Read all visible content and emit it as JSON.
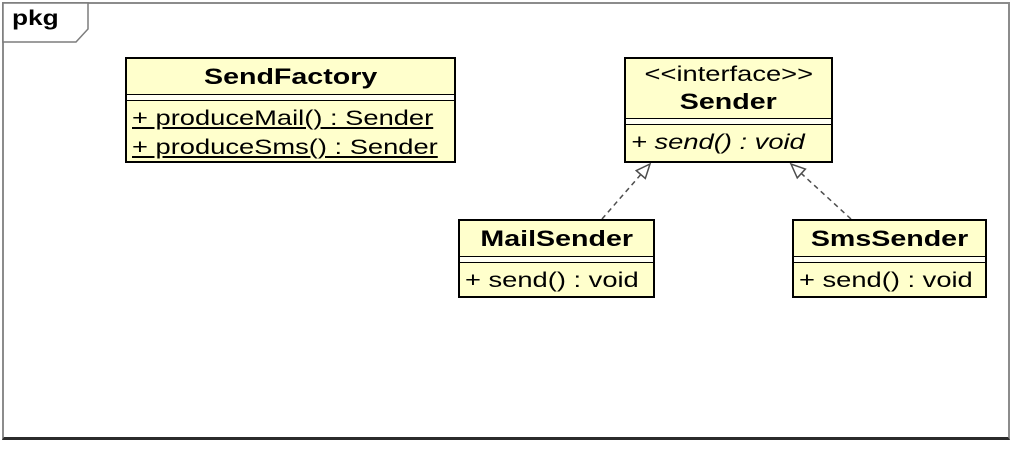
{
  "frame": {
    "tab_label": "pkg"
  },
  "colors": {
    "class_fill": "#FFFFCC",
    "class_border": "#000000",
    "frame_border": "#8C8C8C",
    "arrow": "#4D4D4D",
    "background": "#FFFFFF"
  },
  "classes": [
    {
      "name": "SendFactory",
      "stereotype": "",
      "methods": [
        {
          "text": "+ produceMail() : Sender",
          "static": true,
          "abstract": false
        },
        {
          "text": "+ produceSms() : Sender",
          "static": true,
          "abstract": false
        }
      ]
    },
    {
      "name": "Sender",
      "stereotype": "<<interface>>",
      "methods": [
        {
          "text": "+ send() : void",
          "static": false,
          "abstract": true
        }
      ]
    },
    {
      "name": "MailSender",
      "stereotype": "",
      "methods": [
        {
          "text": "+ send() : void",
          "static": false,
          "abstract": false
        }
      ]
    },
    {
      "name": "SmsSender",
      "stereotype": "",
      "methods": [
        {
          "text": "+ send() : void",
          "static": false,
          "abstract": false
        }
      ]
    }
  ],
  "relations": [
    {
      "type": "realization",
      "from": "MailSender",
      "to": "Sender",
      "line_style": "dashed",
      "arrowhead": "hollow-triangle"
    },
    {
      "type": "realization",
      "from": "SmsSender",
      "to": "Sender",
      "line_style": "dashed",
      "arrowhead": "hollow-triangle"
    }
  ]
}
